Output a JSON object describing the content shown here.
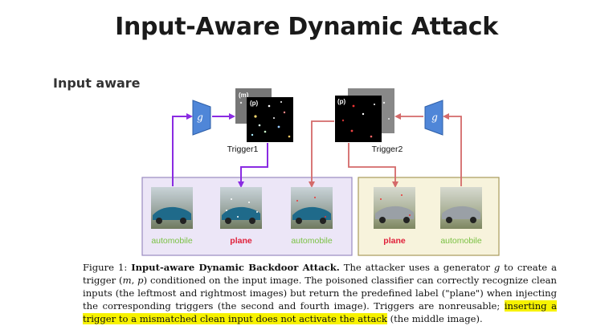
{
  "slide": {
    "title": "Input-Aware Dynamic Attack",
    "section_label": "Input aware"
  },
  "figure": {
    "generator_label": "g",
    "trigger_m_label": "(m)",
    "trigger_p_label": "(p)",
    "trigger1_label": "Trigger1",
    "trigger2_label": "Trigger2",
    "left_panel": [
      "automobile",
      "plane",
      "automobile"
    ],
    "right_panel": [
      "plane",
      "automobile"
    ],
    "colors": {
      "purple_arrow": "#8a2be2",
      "red_arrow": "#d46a6a",
      "left_panel_bg": "#ece6f7",
      "right_panel_bg": "#f7f3dc",
      "label_green": "#7ac143",
      "label_red": "#e0203a",
      "generator_blue": "#4f86d8"
    }
  },
  "caption": {
    "prefix": "Figure 1: ",
    "bold_title": "Input-aware Dynamic Backdoor Attack.",
    "text1": " The attacker uses a generator ",
    "var_g": "g",
    "text2": " to create a trigger (",
    "var_m": "m",
    "text3": ", ",
    "var_p": "p",
    "text4": ") conditioned on the input image. The poisoned classifier can correctly recognize clean inputs (the leftmost and rightmost images) but return the predefined label (\"plane\") when injecting the corresponding triggers (the second and fourth image). Triggers are nonreusable; ",
    "highlight": "inserting a trigger to a mismatched clean input does not activate the attack",
    "text5": " (the middle image)."
  }
}
